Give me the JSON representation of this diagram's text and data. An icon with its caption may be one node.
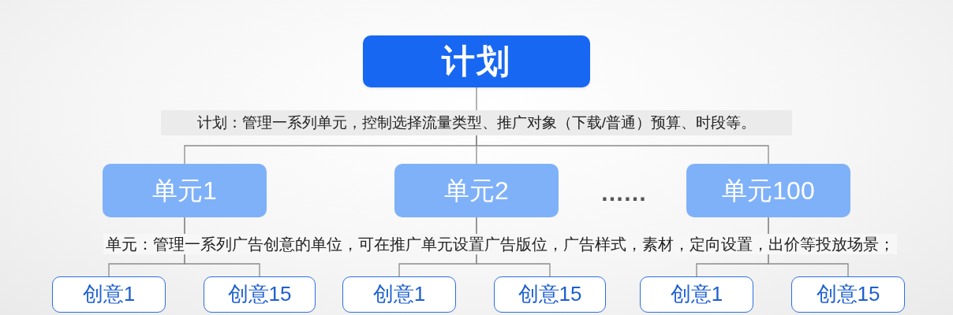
{
  "diagram": {
    "nodes": [
      {
        "text": [
          "计划"
        ]
      },
      {
        "text": [
          "计划：管理一系列单元，控制选择流量类型、推广对象（下载/普通）预算、时段等。"
        ]
      },
      {
        "text": [
          "单元1"
        ]
      },
      {
        "text": [
          "单元2"
        ]
      },
      {
        "text": [
          "单元100"
        ]
      },
      {
        "text": [
          "创意1"
        ]
      },
      {
        "text": [
          "创意15"
        ]
      },
      {
        "text": [
          "创意1"
        ]
      },
      {
        "text": [
          "创意15"
        ]
      },
      {
        "text": [
          "创意1"
        ]
      },
      {
        "text": [
          "创意15"
        ]
      }
    ],
    "edges": [
      {
        "from": 0,
        "to": 1,
        "arrow": "none"
      },
      {
        "from": 1,
        "to": 2,
        "arrow": "none"
      },
      {
        "from": 1,
        "to": 3,
        "arrow": "none"
      },
      {
        "from": 1,
        "to": 4,
        "arrow": "none"
      },
      {
        "from": 2,
        "to": 5,
        "arrow": "none"
      },
      {
        "from": 2,
        "to": 6,
        "arrow": "none"
      },
      {
        "from": 3,
        "to": 7,
        "arrow": "none"
      },
      {
        "from": 3,
        "to": 8,
        "arrow": "none"
      },
      {
        "from": 4,
        "to": 9,
        "arrow": "none"
      },
      {
        "from": 4,
        "to": 10,
        "arrow": "none"
      }
    ],
    "labels": [
      "……",
      "单元：管理一系列广告创意的单位，可在推广单元设置广告版位，广告样式，素材，定向设置，出价等投放场景；"
    ]
  }
}
